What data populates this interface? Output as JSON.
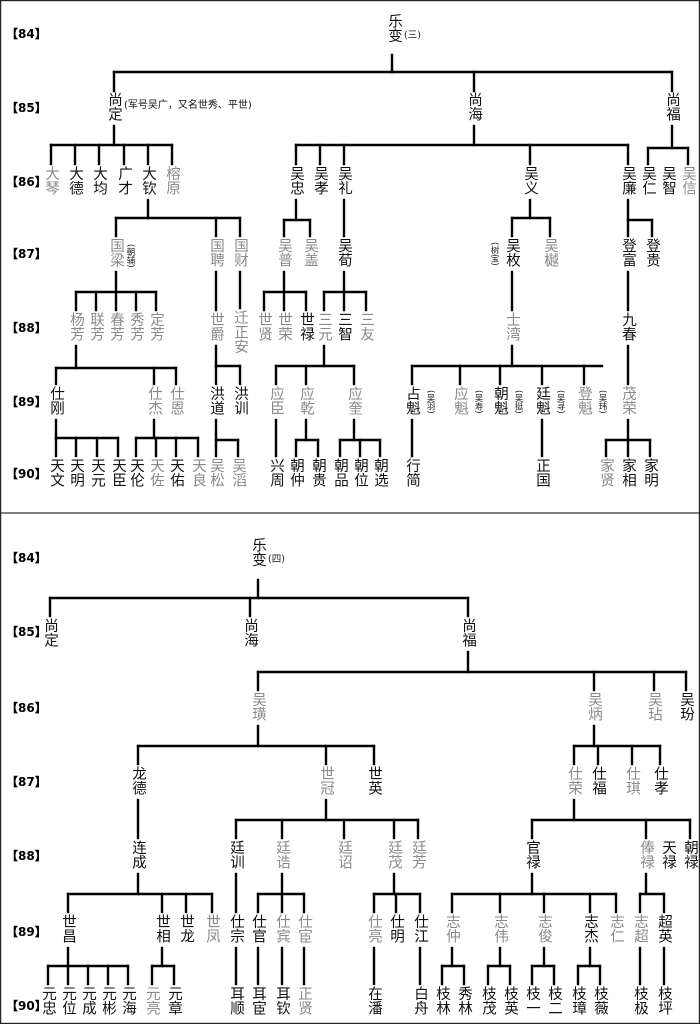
{
  "generations": [
    "【84】",
    "【85】",
    "【86】",
    "【87】",
    "【88】",
    "【89】",
    "【90】"
  ],
  "section1": {
    "root": "乐变",
    "root_suffix": "(三)",
    "note": "(军号吴广，又名世秀、平世)",
    "people": {
      "shangding": "尚定",
      "shanghai": "尚海",
      "shangfu": "尚福",
      "daqin": "大琴",
      "dade": "大德",
      "dajun": "大均",
      "guangcai": "广才",
      "daqin2": "大钦",
      "rongyuan": "榕原",
      "wuzhong": "吴忠",
      "wuxiao": "吴孝",
      "wuli": "吴礼",
      "wuyi": "吴义",
      "wulian": "吴廉",
      "wuren": "吴仁",
      "wuzhi": "吴智",
      "wuxin": "吴信",
      "guoliang": "国梁",
      "guopin": "国聘",
      "guocai": "国财",
      "wupu": "吴普",
      "wugai": "吴盖",
      "wugou": "吴荀",
      "wumei": "吴枚",
      "wuyu": "吴樾",
      "dengfu": "登富",
      "denggui": "登贵",
      "yangfang": "杨芳",
      "lianfang": "联芳",
      "chunfang": "春芳",
      "xiufang": "秀芳",
      "dingfang": "定芳",
      "shijue": "世爵",
      "qianzhengan": "迁正安",
      "shixian": "世贤",
      "shirong": "世荣",
      "shilu": "世禄",
      "sanyuan": "三元",
      "sanzhi": "三智",
      "sanyou": "三友",
      "shiwan": "士湾",
      "jiuchun": "九春",
      "shigang": "仕刚",
      "shijie": "仕杰",
      "shien": "仕恩",
      "hongdao": "洪道",
      "hongxun": "洪训",
      "yingchen": "应臣",
      "yingqian": "应乾",
      "yingkui": "应奎",
      "zhankui": "占魁",
      "yingkui2": "应魁",
      "chaokui": "朝魁",
      "tingkui": "廷魁",
      "dengkui": "登魁",
      "maorong": "茂荣",
      "tianwen": "天文",
      "tianming": "天明",
      "tianyuan": "天元",
      "tianchen": "天臣",
      "tianlun": "天伦",
      "tianzuo": "天佐",
      "tianyou": "天佑",
      "tianliang": "天良",
      "wusong": "吴松",
      "wutao": "吴滔",
      "xingzhou": "兴周",
      "chaozhong": "朝仲",
      "chaogui": "朝贵",
      "chaopin": "朝品",
      "chaowei": "朝位",
      "chaoxuan": "朝选",
      "xingjian": "行简",
      "zhengguo": "正国",
      "jiaxian": "家贤",
      "jiaxiang": "家相",
      "jiaming": "家明"
    },
    "courtesy": {
      "guoliang": "(朝辅)",
      "wumei": "(树宝)",
      "zhankui": "(吴羽)",
      "yingkui2": "(吴寿)",
      "chaokui": "(吴挺)",
      "tingkui": "(吴寻)",
      "dengkui": "(吴玮)"
    }
  },
  "section2": {
    "root": "乐变",
    "root_suffix": "(四)",
    "people": {
      "shangding": "尚定",
      "shanghai": "尚海",
      "shangfu": "尚福",
      "wuhuang": "吴璜",
      "wubing": "吴炳",
      "wuzhan": "吴玷",
      "wufang": "吴玢",
      "longde": "龙德",
      "shiguan": "世冠",
      "shiying": "世英",
      "shirong": "仕荣",
      "shifu": "仕福",
      "shiqi": "仕琪",
      "shixiao": "仕孝",
      "liancheng": "连成",
      "tingxun": "廷训",
      "tinggao": "廷诰",
      "tingzhao": "廷诏",
      "tingmao": "廷茂",
      "tingfang": "廷芳",
      "guanlu": "官禄",
      "fenglu": "俸禄",
      "tianlu": "天禄",
      "chaolu": "朝禄",
      "shichang": "世昌",
      "shixiang": "世相",
      "shilong": "世龙",
      "shifeng": "世凤",
      "shizong": "仕宗",
      "shiguan2": "仕官",
      "shibin": "仕宾",
      "shihuan": "仕宦",
      "shiliang": "仕亮",
      "shiming": "仕明",
      "shijiang": "仕江",
      "zhizhong": "志仲",
      "zhiwei": "志伟",
      "zhijun": "志俊",
      "zhijie": "志杰",
      "zhiren": "志仁",
      "zhichao": "志超",
      "chaoying": "超英",
      "yuanzhong": "元忠",
      "yuanwei": "元位",
      "yuancheng": "元成",
      "yuanbin": "元彬",
      "yuanhai": "元海",
      "yuanliang": "元亮",
      "yuanzhang": "元章",
      "ershun": "耳顺",
      "erhuan": "耳宦",
      "erqin": "耳钦",
      "zhengxian": "正贤",
      "zaifan": "在潘",
      "baizhou": "白舟",
      "zhilin": "枝林",
      "xiulin": "秀林",
      "zhimao": "枝茂",
      "zhiying": "枝英",
      "zhiyi": "枝一",
      "zhier": "枝二",
      "zhizhang": "枝璋",
      "zhiwei2": "枝薇",
      "zhiji": "枝极",
      "zhiping": "枝坪"
    }
  }
}
